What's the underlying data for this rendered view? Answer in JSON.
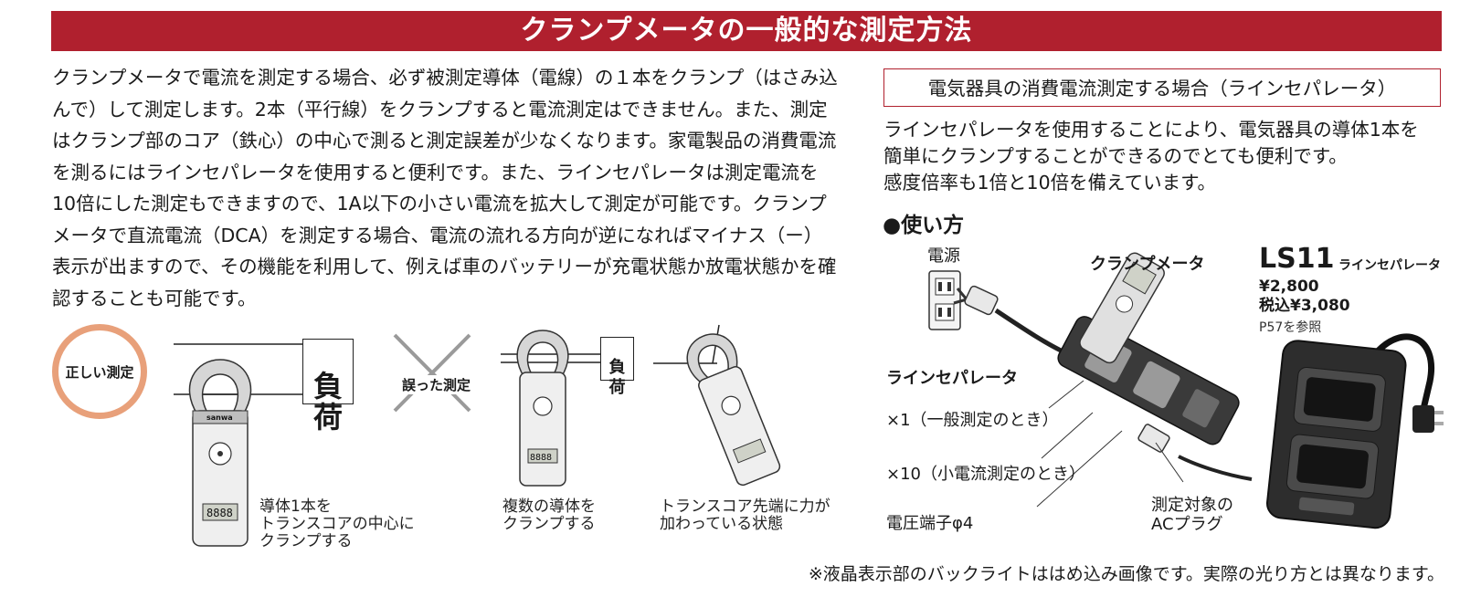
{
  "title": "クランプメータの一般的な測定方法",
  "intro_text": "クランプメータで電流を測定する場合、必ず被測定導体（電線）の１本をクランプ（はさみ込んで）して測定します。2本（平行線）をクランプすると電流測定はできません。また、測定はクランプ部のコア（鉄心）の中心で測ると測定誤差が少なくなります。家電製品の消費電流を測るにはラインセパレータを使用すると便利です。また、ラインセパレータは測定電流を10倍にした測定もできますので、1A以下の小さい電流を拡大して測定が可能です。クランプメータで直流電流（DCA）を測定する場合、電流の流れる方向が逆になればマイナス（ー）表示が出ますので、その機能を利用して、例えば車のバッテリーが充電状態か放電状態かを確認することも可能です。",
  "left_figures": {
    "correct_badge": "正しい測定",
    "wrong_badge": "誤った測定",
    "load_label_1": "負\n荷",
    "load_label_2": "負\n荷",
    "brand": "sanwa",
    "caption_1": "導体1本を\nトランスコアの中心に\nクランプする",
    "caption_2": "複数の導体を\nクランプする",
    "caption_3": "トランスコア先端に力が\n加わっている状態"
  },
  "right_section": {
    "header": "電気器具の消費電流測定する場合（ラインセパレータ）",
    "description": "ラインセパレータを使用することにより、電気器具の導体1本を\n簡単にクランプすることができるのでとても便利です。\n感度倍率も1倍と10倍を備えています。",
    "howto_label": "●使い方",
    "diagram": {
      "power_source": "電源",
      "clamp_meter": "クランプメータ",
      "line_separator": "ラインセパレータ",
      "x1": "×1（一般測定のとき）",
      "x10": "×10（小電流測定のとき）",
      "voltage_terminal": "電圧端子φ4",
      "ac_plug": "測定対象の\nACプラグ"
    },
    "product": {
      "model": "LS11",
      "name": "ラインセパレータ",
      "price": "¥2,800",
      "price_tax": "税込¥3,080",
      "reference": "P57を参照"
    }
  },
  "footnote": "※液晶表示部のバックライトははめ込み画像です。実際の光り方とは異なります。",
  "colors": {
    "banner": "#b0202e",
    "badge_ring": "#e8a07a",
    "cross": "#9a9a9a"
  }
}
